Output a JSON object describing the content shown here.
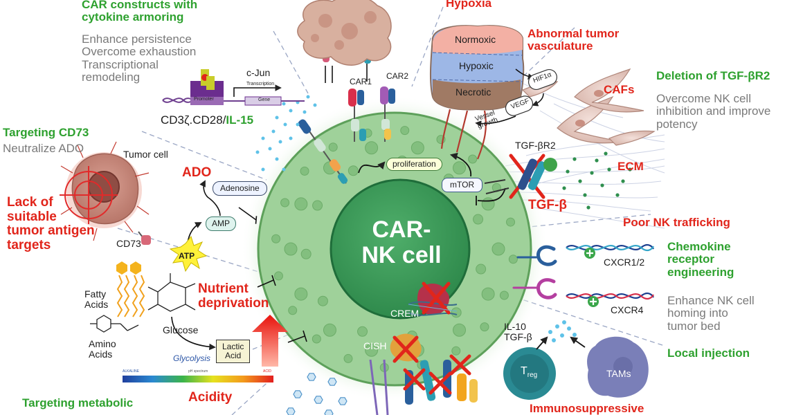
{
  "left": {
    "car_constructs": {
      "title": "CAR constructs with cytokine armoring",
      "title_lines": [
        "CAR constructs with",
        "cytokine armoring"
      ],
      "points": [
        "Enhance persistence",
        "Overcome exhaustion",
        "Transcriptional",
        "remodeling"
      ]
    },
    "cd73": {
      "title": "Targeting CD73",
      "point": "Neutralize ADO"
    },
    "tumor_cell": "Tumor cell",
    "lack_targets": [
      "Lack of",
      "suitable",
      "tumor antigen",
      "targets"
    ],
    "ado": "ADO",
    "adenosine": "Adenosine",
    "amp": "AMP",
    "atp": "ATP",
    "cd73_label": "CD73",
    "fatty_acids": [
      "Fatty",
      "Acids"
    ],
    "amino_acids": [
      "Amino",
      "Acids"
    ],
    "glucose": "Glucose",
    "glycolysis": "Glycolysis",
    "lactic_acid": [
      "Lactic",
      "Acid"
    ],
    "nutrient_deprivation": [
      "Nutrient",
      "deprivation"
    ],
    "ph_bar": {
      "title": "pH spectrum",
      "left": "ALKALINE",
      "right": "ACID"
    },
    "acidity": "Acidity",
    "metabolic": "Targeting metabolic"
  },
  "construct": {
    "cjun": "c-Jun",
    "transcription": "Transcription",
    "promoter": "Promoter",
    "gene": "Gene",
    "construct_prefix": "CD3ζ.CD28/",
    "construct_cytokine": "IL-15",
    "car1": "CAR1",
    "car2": "CAR2"
  },
  "top": {
    "hypoxia": "Hypoxia",
    "normoxic": "Normoxic",
    "hypoxic": "Hypoxic",
    "necrotic": "Necrotic",
    "hif": "HIF1α",
    "vegf": "VEGF",
    "vessel_growth": [
      "Vessel",
      "growth"
    ],
    "abnormal_vasculature": [
      "Abnormal tumor",
      "vasculature"
    ]
  },
  "right": {
    "tgfbr2_title": "Deletion of TGF-βR2",
    "tgfbr2_points": [
      "Overcome NK cell",
      "inhibition and improve",
      "potency"
    ],
    "cafs": "CAFs",
    "ecm": "ECM",
    "tgfbr2": "TGF-βR2",
    "tgfb": "TGF-β",
    "poor_trafficking": "Poor NK trafficking",
    "chemokine": [
      "Chemokine",
      "receptor",
      "engineering"
    ],
    "cxcr12": "CXCR1/2",
    "cxcr4": "CXCR4",
    "homing": [
      "Enhance NK cell",
      "homing into",
      "tumor bed"
    ],
    "il10": "IL-10",
    "tgfb2": "TGF-β",
    "local_injection": "Local injection",
    "treg_main": "T",
    "treg_sub": "reg",
    "tams": "TAMs",
    "immunosuppressive": "Immunosuppressive"
  },
  "cell": {
    "title": [
      "CAR-",
      "NK cell"
    ],
    "proliferation": "proliferation",
    "mtor": "mTOR",
    "crem": "CREM",
    "cish": "CISH"
  },
  "colors": {
    "green": "#2ea12f",
    "red": "#e1251b",
    "gray": "#7a7a7a",
    "cell_outer": "#8fc88a",
    "cell_nucleus": "#3f9a5a"
  }
}
